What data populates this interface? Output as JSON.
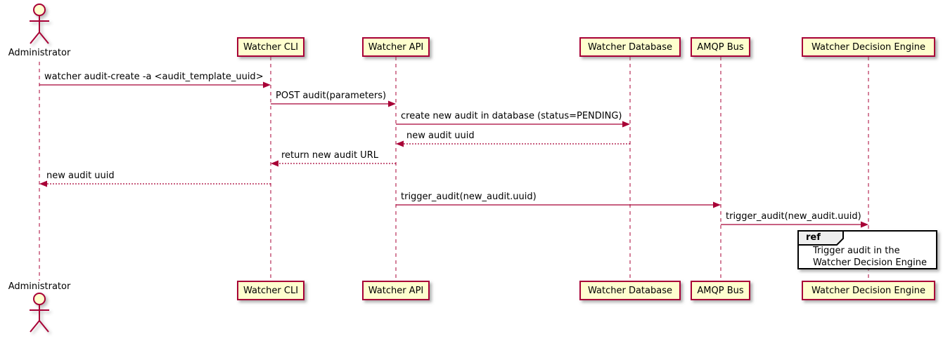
{
  "diagram": {
    "type": "sequence"
  },
  "colors": {
    "participant_fill": "#FEFECE",
    "participant_border": "#A80036",
    "arrow": "#A80036",
    "lifeline": "#A80036",
    "text": "#000000",
    "ref_fill": "#FFFFFF",
    "ref_border": "#000000",
    "ref_header_fill": "#EEEEEE"
  },
  "actor": {
    "label": "Administrator"
  },
  "participants": [
    {
      "label": "Watcher CLI"
    },
    {
      "label": "Watcher API"
    },
    {
      "label": "Watcher Database"
    },
    {
      "label": "AMQP Bus"
    },
    {
      "label": "Watcher Decision Engine"
    }
  ],
  "messages": [
    {
      "from": "Administrator",
      "to": "Watcher CLI",
      "style": "solid",
      "label": "watcher audit-create -a <audit_template_uuid>"
    },
    {
      "from": "Watcher CLI",
      "to": "Watcher API",
      "style": "solid",
      "label": "POST audit(parameters)"
    },
    {
      "from": "Watcher API",
      "to": "Watcher Database",
      "style": "solid",
      "label": "create new audit in database (status=PENDING)"
    },
    {
      "from": "Watcher Database",
      "to": "Watcher API",
      "style": "dashed",
      "label": "new audit uuid"
    },
    {
      "from": "Watcher API",
      "to": "Watcher CLI",
      "style": "dashed",
      "label": "return new audit URL"
    },
    {
      "from": "Watcher CLI",
      "to": "Administrator",
      "style": "dashed",
      "label": "new audit uuid"
    },
    {
      "from": "Watcher API",
      "to": "AMQP Bus",
      "style": "solid",
      "label": "trigger_audit(new_audit.uuid)"
    },
    {
      "from": "AMQP Bus",
      "to": "Watcher Decision Engine",
      "style": "solid",
      "label": "trigger_audit(new_audit.uuid)"
    }
  ],
  "ref": {
    "keyword": "ref",
    "lines": [
      "Trigger audit in the",
      "Watcher Decision Engine"
    ]
  }
}
